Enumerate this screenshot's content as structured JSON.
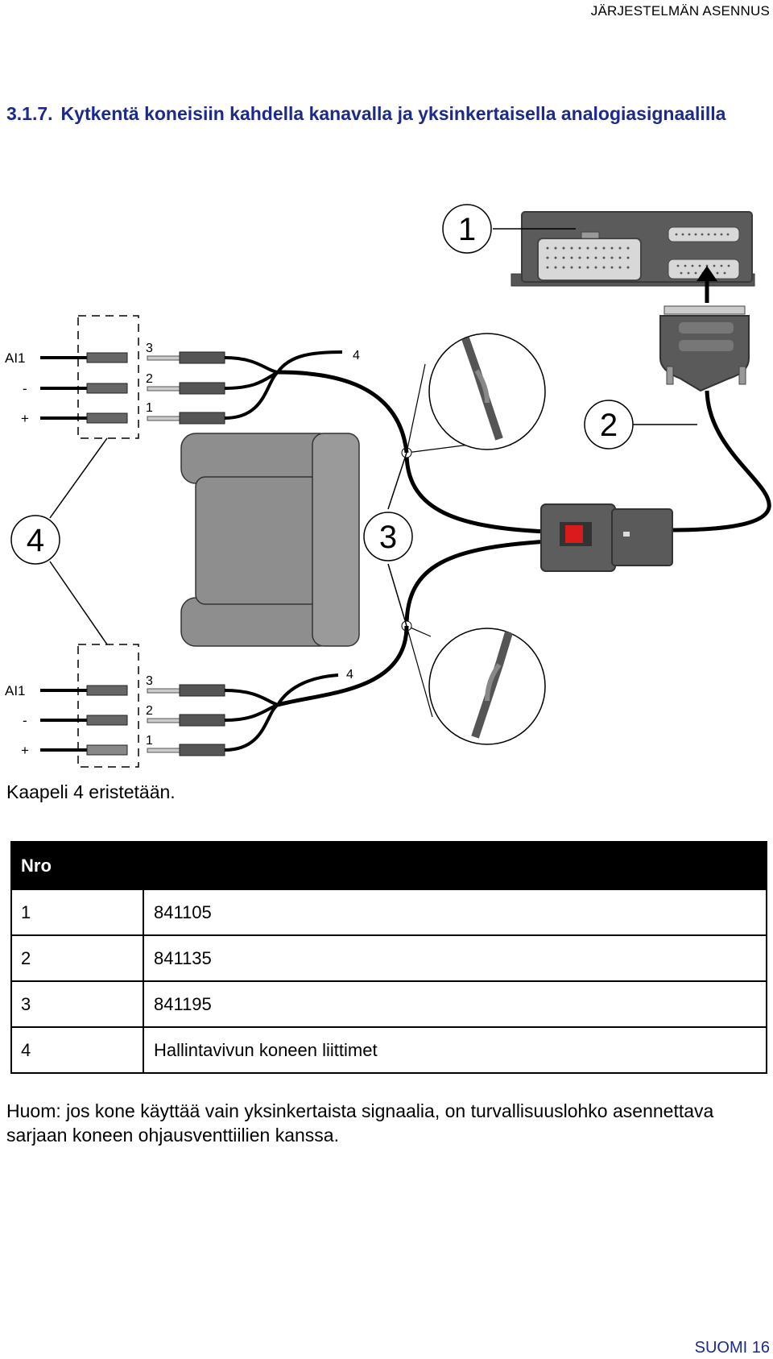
{
  "header": "JÄRJESTELMÄN ASENNUS",
  "section": {
    "number": "3.1.7.",
    "title": "Kytkentä koneisiin kahdella kanavalla ja yksinkertaisella analogiasignaalilla"
  },
  "diagram": {
    "callouts": [
      "1",
      "2",
      "3",
      "4"
    ],
    "pin_labels": [
      "AI1",
      "-",
      "+"
    ],
    "wire_numbers": [
      "3",
      "2",
      "1",
      "4"
    ]
  },
  "caption": "Kaapeli 4 eristetään.",
  "table": {
    "headers": [
      "Nro",
      ""
    ],
    "rows": [
      [
        "1",
        "841105"
      ],
      [
        "2",
        "841135"
      ],
      [
        "3",
        "841195"
      ],
      [
        "4",
        "Hallintavivun koneen liittimet"
      ]
    ]
  },
  "note": "Huom: jos kone käyttää vain yksinkertaista signaalia, on turvallisuuslohko asennettava sarjaan koneen ohjausventtiilien kanssa.",
  "footer": "SUOMI 16"
}
